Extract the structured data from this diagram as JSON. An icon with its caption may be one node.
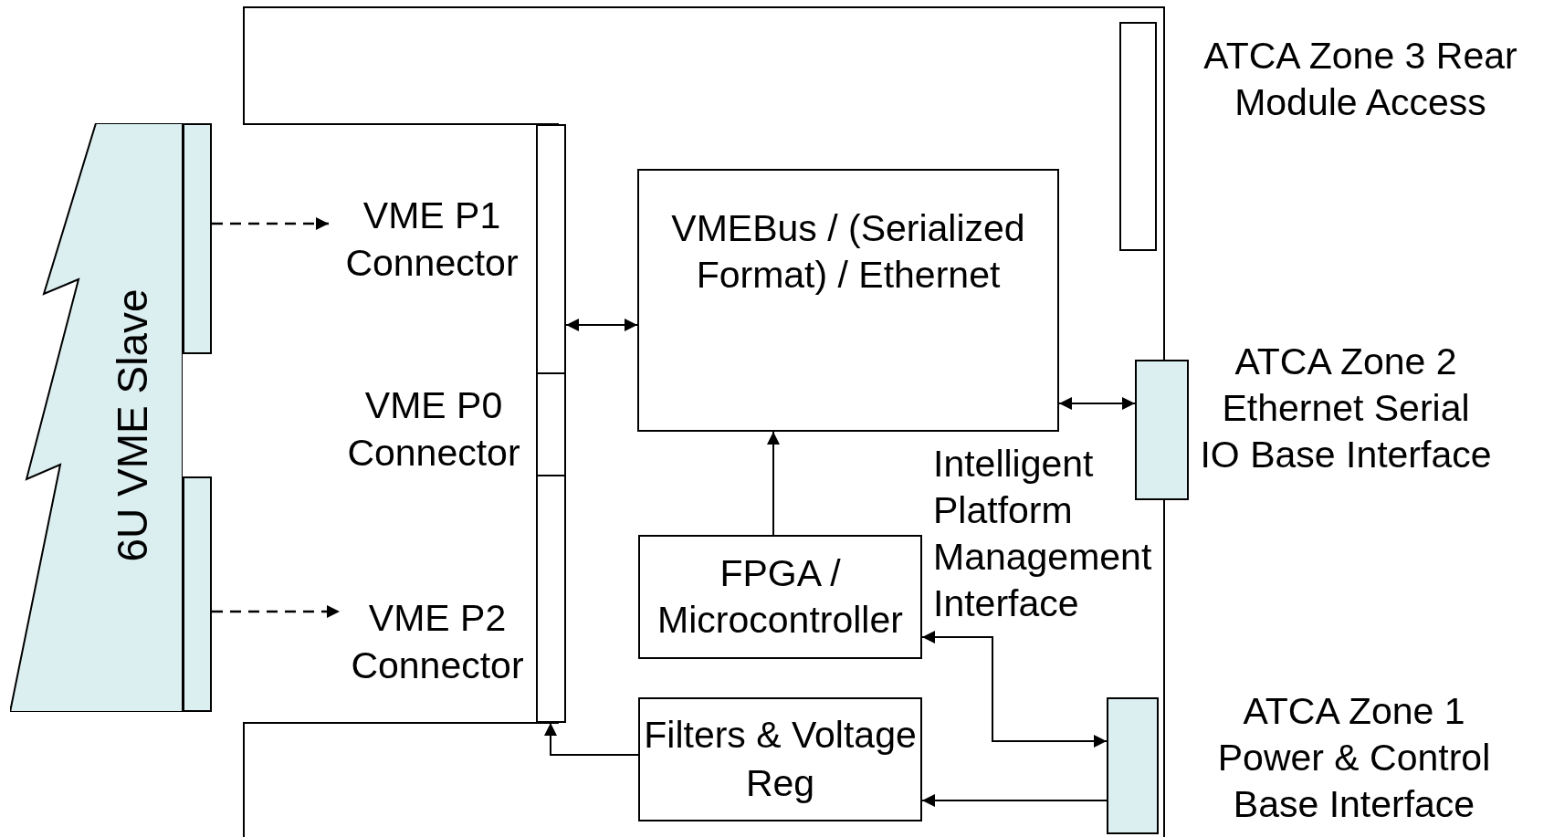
{
  "diagram": {
    "nodes": [
      {
        "text": [
          "6U VME Slave"
        ]
      },
      {
        "text": [],
        "shape": "bar"
      },
      {
        "text": [],
        "shape": "bar"
      },
      {
        "text": [
          "VME P1 Connector"
        ]
      },
      {
        "text": [],
        "shape": "bar"
      },
      {
        "text": [
          "VME P0 Connector"
        ]
      },
      {
        "text": [],
        "shape": "bar"
      },
      {
        "text": [
          "VME P2 Connector"
        ]
      },
      {
        "text": [],
        "shape": "bar"
      },
      {
        "text": [],
        "shape": "bar",
        "beside": [
          "ATCA Zone 3 Rear Module Access"
        ]
      },
      {
        "text": [
          "VMEBus / (Serialized Format) / Ethernet"
        ]
      },
      {
        "text": [],
        "shape": "bar",
        "beside": [
          "ATCA Zone 2 Ethernet Serial IO Base Interface"
        ]
      },
      {
        "text": [
          "FPGA / Microcontroller"
        ]
      },
      {
        "text": [
          "Filters & Voltage Reg"
        ]
      },
      {
        "text": [],
        "shape": "bar",
        "beside": [
          "ATCA Zone 1 Power & Control Base Interface"
        ]
      }
    ],
    "edges": [
      {
        "from": 1,
        "to": 3,
        "arrow": "to",
        "style": "dashed"
      },
      {
        "from": 2,
        "to": 7,
        "arrow": "to",
        "style": "dashed"
      },
      {
        "from": 4,
        "to": 10,
        "arrow": "both"
      },
      {
        "from": 10,
        "to": 11,
        "arrow": "both"
      },
      {
        "from": 12,
        "to": 10,
        "arrow": "to"
      },
      {
        "from": 14,
        "to": 12,
        "arrow": "both",
        "label": "Intelligent Platform Management Interface"
      },
      {
        "from": 14,
        "to": 13,
        "arrow": "to"
      },
      {
        "from": 13,
        "to": 8,
        "arrow": "to"
      }
    ]
  }
}
